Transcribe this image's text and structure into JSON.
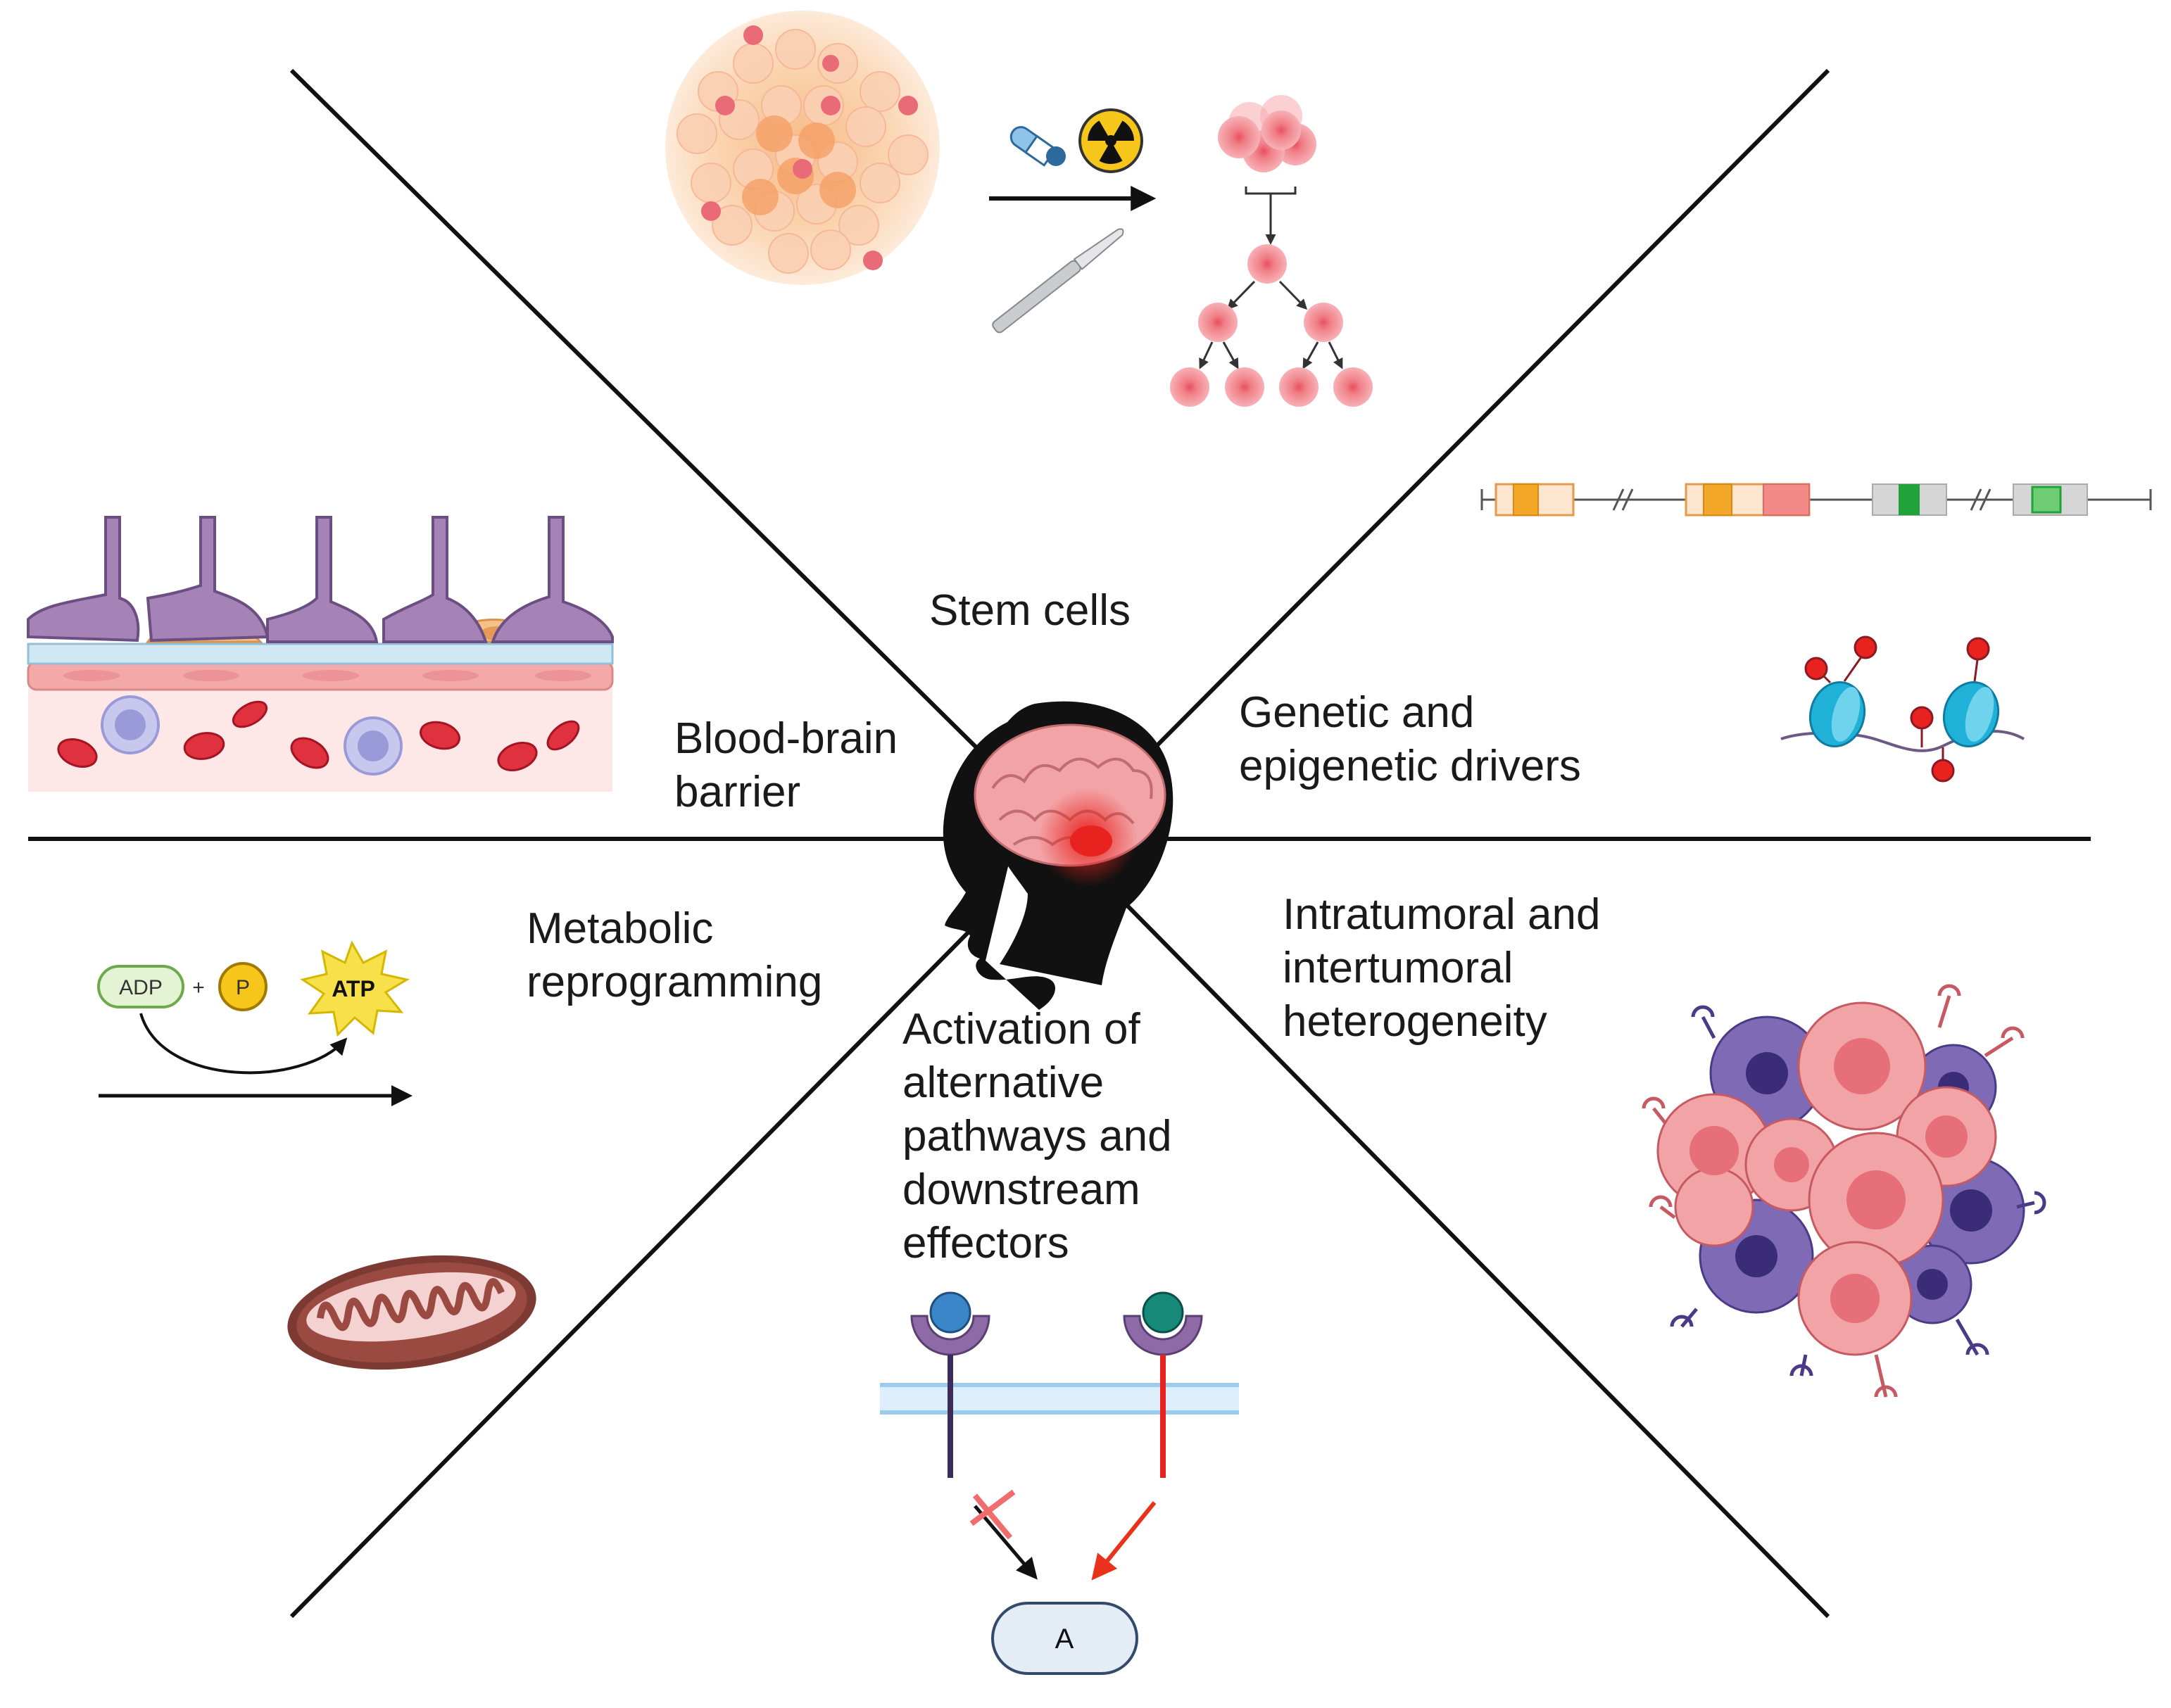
{
  "labels": {
    "stem_cells": [
      "Stem cells"
    ],
    "blood_brain_barrier": [
      "Blood-brain",
      "barrier"
    ],
    "genetic_drivers": [
      "Genetic and",
      "epigenetic drivers"
    ],
    "metabolic": [
      "Metabolic",
      "reprogramming"
    ],
    "heterogeneity": [
      "Intratumoral and",
      "intertumoral",
      "heterogeneity"
    ],
    "alternative_pathways": [
      "Activation of",
      "alternative",
      "pathways and",
      "downstream",
      "effectors"
    ]
  },
  "metabolism": {
    "adp": "ADP",
    "plus": "+",
    "phosphate": "P",
    "atp": "ATP"
  },
  "pathway": {
    "effector": "A"
  },
  "icons": [
    "brain-head-icon",
    "pill-icon",
    "radiation-icon",
    "scalpel-icon",
    "mitochondrion-icon",
    "nucleosome-icon",
    "receptor-icon",
    "tumor-cell-icon"
  ],
  "colors": {
    "divider": "#111111",
    "cancer_pink": "#e98a92",
    "tumor_orange": "#f5b27a",
    "receptor_purple": "#8e6aa6",
    "red_arrow": "#e8321c",
    "atp_yellow": "#f7e04a"
  }
}
